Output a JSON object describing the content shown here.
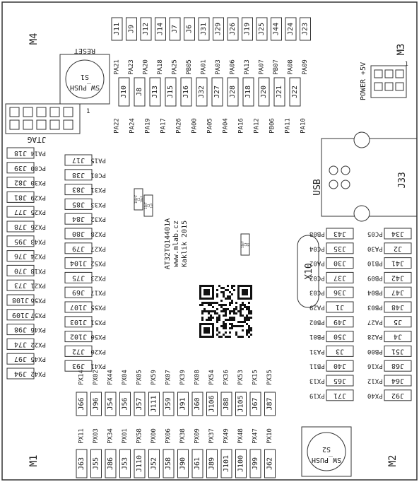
{
  "mounting_holes": [
    "M4",
    "M3",
    "M1",
    "M2"
  ],
  "buttons": [
    {
      "label": "RESET",
      "body": "SW_PUSH",
      "ref": "S1"
    },
    {
      "label": "",
      "body": "SW_PUSH",
      "ref": "S2"
    }
  ],
  "headers": {
    "power_label": "POWER +5V",
    "power_pin1": "1",
    "jtag_label": "JTAG",
    "jtag_pin1": "1"
  },
  "usb": {
    "label": "USB",
    "ref": "J33"
  },
  "crystal": {
    "ref": "X10"
  },
  "board_info": {
    "lines": [
      "AT32TQ14401A",
      "www.mlab.cz",
      "Kaklik 2015"
    ]
  },
  "top_row1": {
    "jumpers": [
      "J11",
      "J9",
      "J12",
      "J14",
      "J7",
      "J6",
      "J31",
      "J29",
      "J26",
      "J19",
      "J25",
      "J44",
      "J24",
      "J23"
    ],
    "signals": [
      "PA21",
      "PA23",
      "PA20",
      "PA18",
      "PA25",
      "PB05",
      "PA01",
      "PA03",
      "PA06",
      "PA13",
      "PA07",
      "PB07",
      "PA08",
      "PA09"
    ]
  },
  "top_row2": {
    "jumpers": [
      "J10",
      "J8",
      "J13",
      "J15",
      "J16",
      "J32",
      "J27",
      "J28",
      "J18",
      "J20",
      "J21",
      "J22"
    ],
    "signals": [
      "PA22",
      "PA24",
      "PA19",
      "PA17",
      "PA26",
      "PA00",
      "PA05",
      "PA04",
      "PA16",
      "PA12",
      "PB06",
      "PA11",
      "PA10"
    ]
  },
  "left_outer": {
    "jumpers": [
      "J18",
      "J39",
      "J82",
      "J81",
      "J77",
      "J78",
      "J95",
      "J76",
      "J70",
      "J73",
      "J108",
      "J109",
      "J98",
      "J74",
      "J97",
      "J94"
    ],
    "signals": [
      "PA14",
      "PC00",
      "PX30",
      "PX29",
      "PX25",
      "PX26",
      "PX43",
      "PX24",
      "PX18",
      "PX21",
      "PX56",
      "PX57",
      "PX46",
      "PX22",
      "PX45",
      "PX42"
    ]
  },
  "left_inner": {
    "jumpers": [
      "J17",
      "J38",
      "J83",
      "J85",
      "J84",
      "J80",
      "J79",
      "J104",
      "J75",
      "J69",
      "J107",
      "J103",
      "J102",
      "J72",
      "J93"
    ],
    "signals": [
      "PA15",
      "PC01",
      "PX31",
      "PX33",
      "PX32",
      "PX28",
      "PX27",
      "PX52",
      "PX23",
      "PX17",
      "PX55",
      "PX51",
      "PX50",
      "PX20",
      "PX41"
    ]
  },
  "right_inner": {
    "jumpers": [
      "J43",
      "J35",
      "J30",
      "J37",
      "J36",
      "J1",
      "J49",
      "J50",
      "J3",
      "J40",
      "J65",
      "J71"
    ],
    "signals": [
      "PB08",
      "PC04",
      "PA02",
      "PC02",
      "PC03",
      "PA29",
      "PB02",
      "PB01",
      "PA31",
      "PB11",
      "PX13",
      "PX19"
    ]
  },
  "right_outer": {
    "jumpers": [
      "J34",
      "J2",
      "J41",
      "J42",
      "J47",
      "J48",
      "J5",
      "J4",
      "J51",
      "J68",
      "J64",
      "J92"
    ],
    "signals": [
      "PC05",
      "PA30",
      "PB10",
      "PB09",
      "PB04",
      "PB03",
      "PA27",
      "PA28",
      "PB00",
      "PX16",
      "PX12",
      "PX40"
    ]
  },
  "bottom_row1": {
    "jumpers": [
      "J66",
      "J96",
      "J54",
      "J56",
      "J57",
      "J111",
      "J59",
      "J91",
      "J60",
      "J106",
      "J88",
      "J105",
      "J67",
      "J87"
    ],
    "signals": [
      "PX14",
      "PX02",
      "PX44",
      "PX04",
      "PX05",
      "PX59",
      "PX07",
      "PX39",
      "PX08",
      "PX54",
      "PX36",
      "PX53",
      "PX15",
      "PX35"
    ]
  },
  "bottom_row2": {
    "jumpers": [
      "J63",
      "J55",
      "J86",
      "J53",
      "J110",
      "J52",
      "J58",
      "J90",
      "J61",
      "J89",
      "J101",
      "J100",
      "J99",
      "J62"
    ],
    "signals": [
      "PX11",
      "PX03",
      "PX34",
      "PX01",
      "PX58",
      "PX00",
      "PX06",
      "PX38",
      "PX09",
      "PX37",
      "PX49",
      "PX48",
      "PX47",
      "PX10"
    ]
  },
  "smd_parts": [
    {
      "lines": [
        "100nF",
        "C1",
        "10uF"
      ]
    },
    {
      "lines": [
        "10nF",
        "C2",
        "1uF"
      ]
    },
    {
      "lines": [
        "10nF",
        "C3",
        "R1"
      ]
    }
  ]
}
